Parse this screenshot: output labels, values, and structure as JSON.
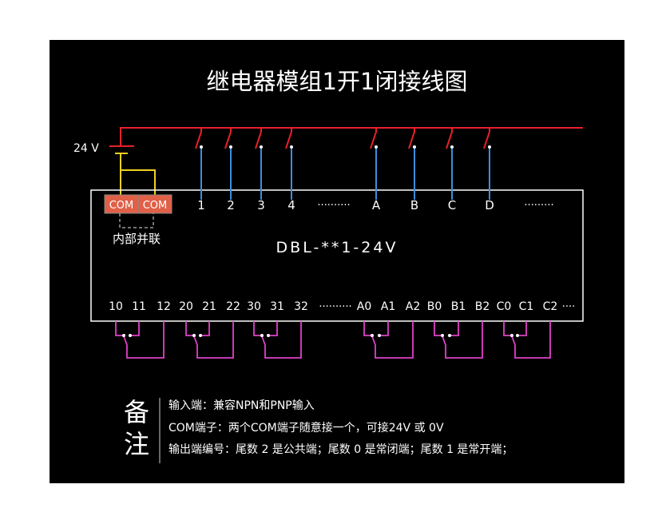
{
  "title": "继电器模组1开1闭接线图",
  "supply_label": "24 V",
  "com_labels": [
    "COM",
    "COM"
  ],
  "internal_parallel_label": "内部并联",
  "model_label": "DBL-**1-24V",
  "inputs": [
    "1",
    "2",
    "3",
    "4",
    "A",
    "B",
    "C",
    "D"
  ],
  "input_ellipsis": "··········",
  "input_ellipsis_end": "·········",
  "outputs": [
    [
      "10",
      "11",
      "12"
    ],
    [
      "20",
      "21",
      "22"
    ],
    [
      "30",
      "31",
      "32"
    ],
    [
      "A0",
      "A1",
      "A2"
    ],
    [
      "B0",
      "B1",
      "B2"
    ],
    [
      "C0",
      "C1",
      "C2"
    ]
  ],
  "output_ellipsis": "··········",
  "output_ellipsis_end": "····",
  "notes": {
    "heading_1": "备",
    "heading_2": "注",
    "lines": [
      "输入端：兼容NPN和PNP输入",
      "COM端子：两个COM端子随意接一个，可接24V 或 0V",
      "输出端编号：尾数 2 是公共端；尾数 0 是常闭端；尾数 1 是常开端；"
    ]
  },
  "colors": {
    "background": "#000000",
    "bus": "#e8202a",
    "input_wire": "#3c8ee0",
    "com_wire": "#f0d020",
    "com_box": "#e06048",
    "output_wire": "#e040c8"
  }
}
